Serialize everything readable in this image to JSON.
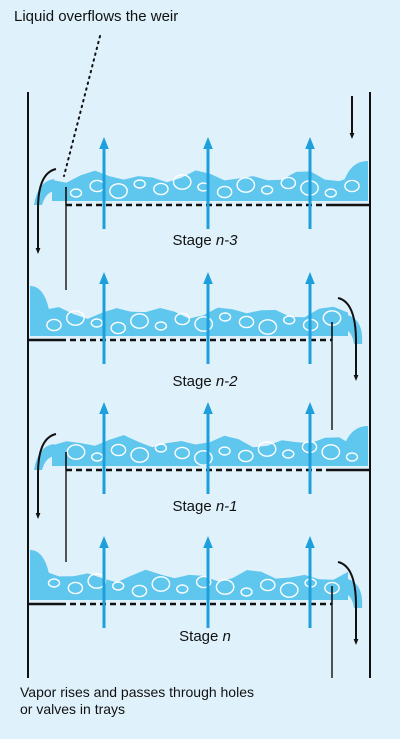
{
  "annotation": "Liquid overflows the weir",
  "caption_line1": "Vapor rises and passes through holes",
  "caption_line2": "or valves in trays",
  "stages": [
    {
      "prefix": "Stage ",
      "suffix": "n-3"
    },
    {
      "prefix": "Stage ",
      "suffix": "n-2"
    },
    {
      "prefix": "Stage ",
      "suffix": "n-1"
    },
    {
      "prefix": "Stage ",
      "suffix": "n"
    }
  ],
  "colors": {
    "liquid": "#5fc6ee",
    "arrow": "#1d9fdb",
    "line": "#111111",
    "background": "#dff1fb"
  }
}
